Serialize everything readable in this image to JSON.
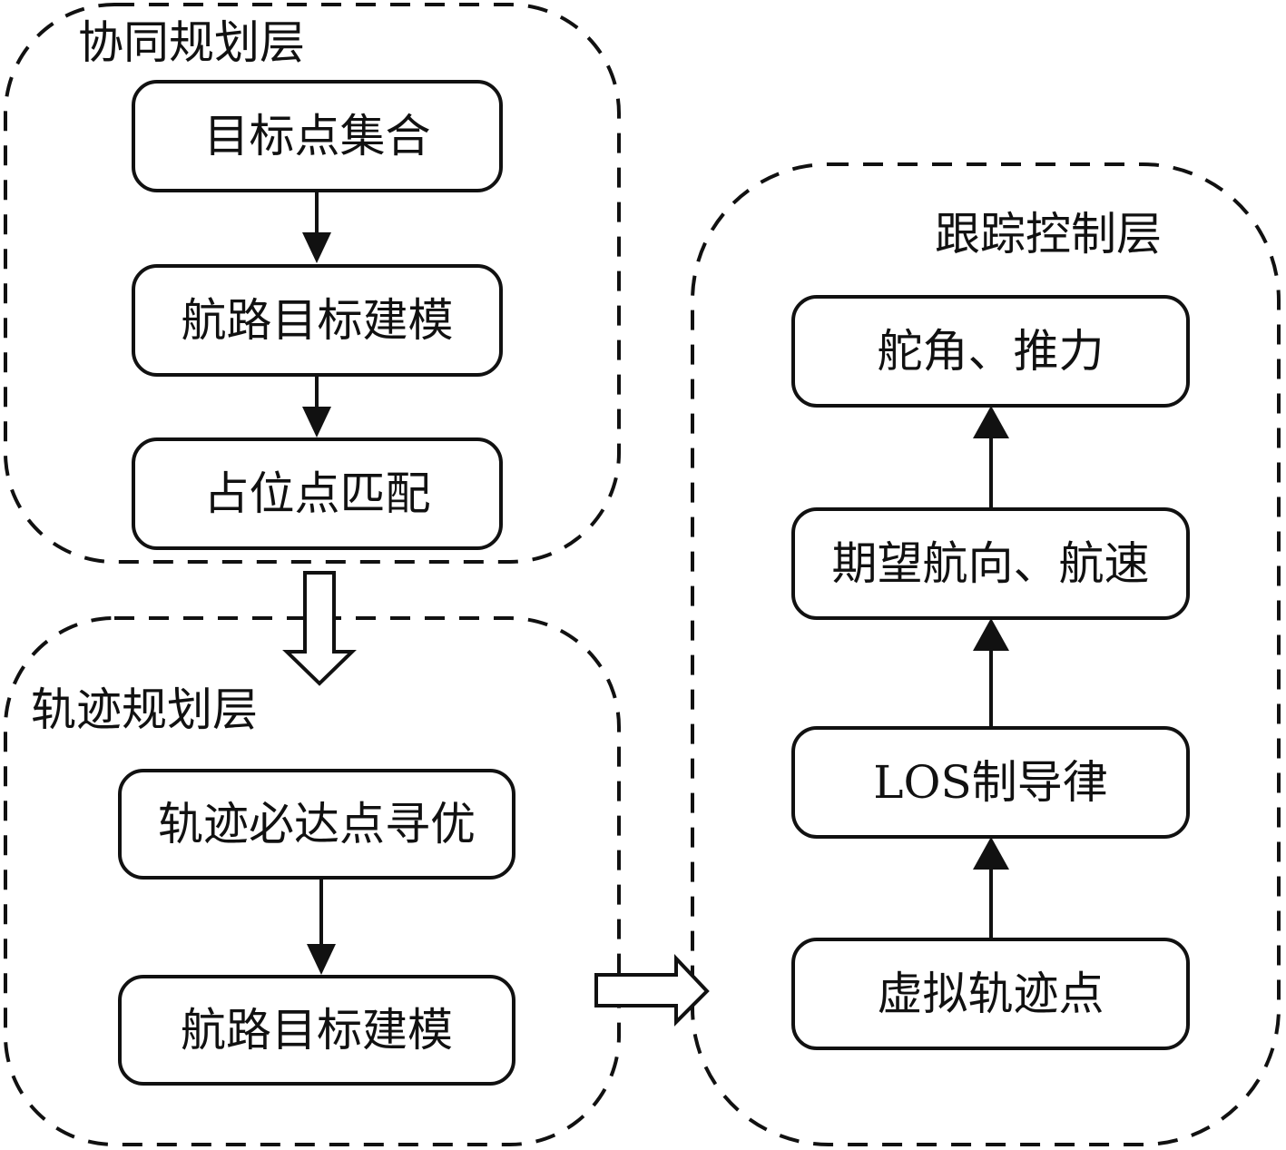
{
  "diagram": {
    "layers": [
      {
        "id": "cooperative",
        "title": "协同规划层",
        "boxes": [
          "目标点集合",
          "航路目标建模",
          "占位点匹配"
        ]
      },
      {
        "id": "trajectory",
        "title": "轨迹规划层",
        "boxes": [
          "轨迹必达点寻优",
          "航路目标建模"
        ]
      },
      {
        "id": "tracking",
        "title": "跟踪控制层",
        "boxes": [
          "舵角、推力",
          "期望航向、航速",
          "LOS制导律",
          "虚拟轨迹点"
        ]
      }
    ],
    "connections": [
      {
        "from": "目标点集合",
        "to": "航路目标建模",
        "style": "solid-arrow"
      },
      {
        "from": "航路目标建模",
        "to": "占位点匹配",
        "style": "solid-arrow"
      },
      {
        "from": "协同规划层",
        "to": "轨迹规划层",
        "style": "hollow-arrow"
      },
      {
        "from": "轨迹必达点寻优",
        "to": "航路目标建模",
        "style": "solid-arrow"
      },
      {
        "from": "轨迹规划层",
        "to": "跟踪控制层",
        "style": "hollow-arrow"
      },
      {
        "from": "虚拟轨迹点",
        "to": "LOS制导律",
        "style": "solid-arrow"
      },
      {
        "from": "LOS制导律",
        "to": "期望航向、航速",
        "style": "solid-arrow"
      },
      {
        "from": "期望航向、航速",
        "to": "舵角、推力",
        "style": "solid-arrow"
      }
    ],
    "colors": {
      "stroke": "#111111",
      "background": "#ffffff"
    }
  }
}
